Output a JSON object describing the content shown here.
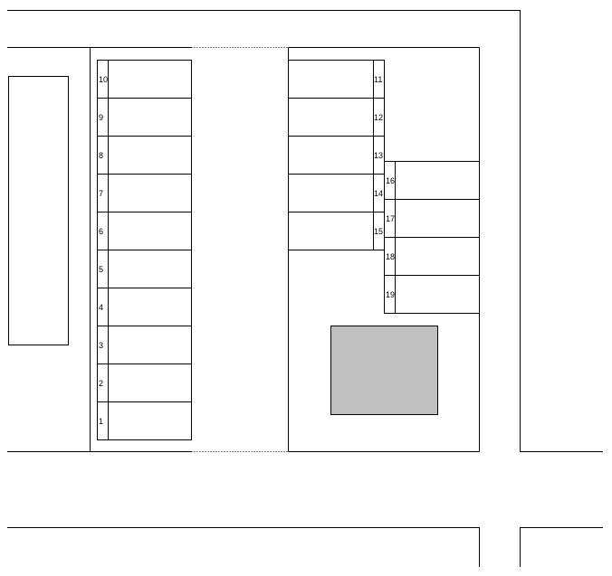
{
  "map": {
    "colors": {
      "line": "#000000",
      "background": "#ffffff",
      "building_fill": "#c0c0c0"
    },
    "spaces": [
      {
        "label": "1"
      },
      {
        "label": "2"
      },
      {
        "label": "3"
      },
      {
        "label": "4"
      },
      {
        "label": "5"
      },
      {
        "label": "6"
      },
      {
        "label": "7"
      },
      {
        "label": "8"
      },
      {
        "label": "9"
      },
      {
        "label": "10"
      },
      {
        "label": "11"
      },
      {
        "label": "12"
      },
      {
        "label": "13"
      },
      {
        "label": "14"
      },
      {
        "label": "15"
      },
      {
        "label": "16"
      },
      {
        "label": "17"
      },
      {
        "label": "18"
      },
      {
        "label": "19"
      }
    ]
  }
}
